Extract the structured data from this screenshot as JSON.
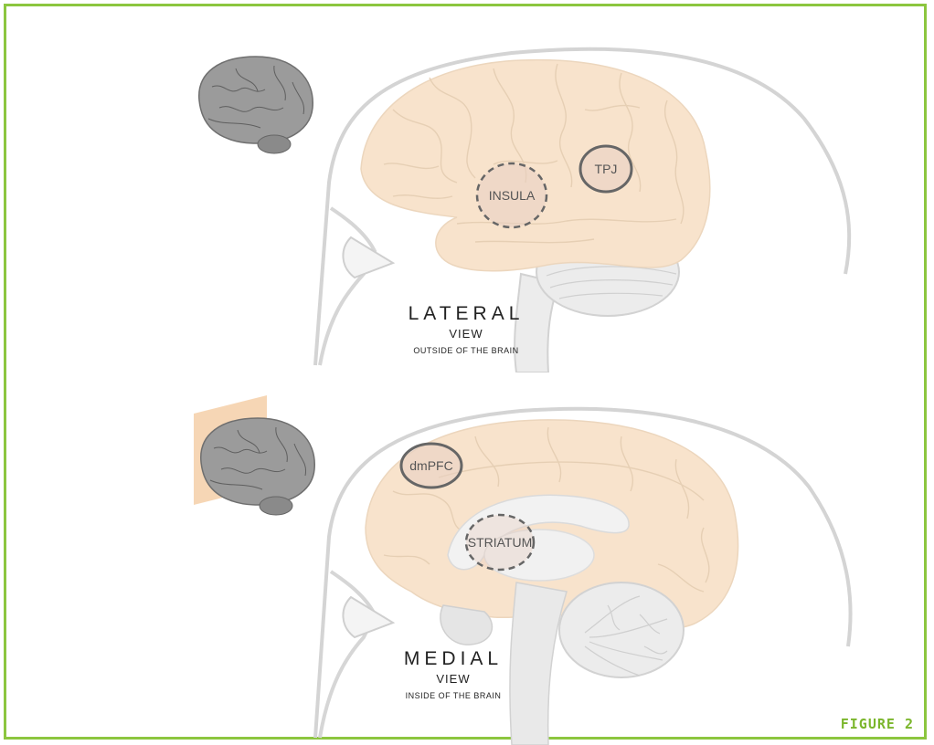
{
  "lateral": {
    "title": "LATERAL",
    "subtitle": "VIEW",
    "caption": "OUTSIDE OF THE BRAIN",
    "regions": {
      "insula": "INSULA",
      "tpj": "TPJ"
    }
  },
  "medial": {
    "title": "MEDIAL",
    "subtitle": "VIEW",
    "caption": "INSIDE OF THE BRAIN",
    "regions": {
      "dmpfc": "dmPFC",
      "striatum": "STRIATUM"
    }
  },
  "figure_label": "FIGURE 2",
  "colors": {
    "border": "#8cc63f",
    "brain_fill": "#f8e3cc",
    "head_outline": "#d4d4d4",
    "region_outline": "#666666",
    "figure_label": "#7bb62c",
    "slice_plane": "#f5cfa8"
  }
}
